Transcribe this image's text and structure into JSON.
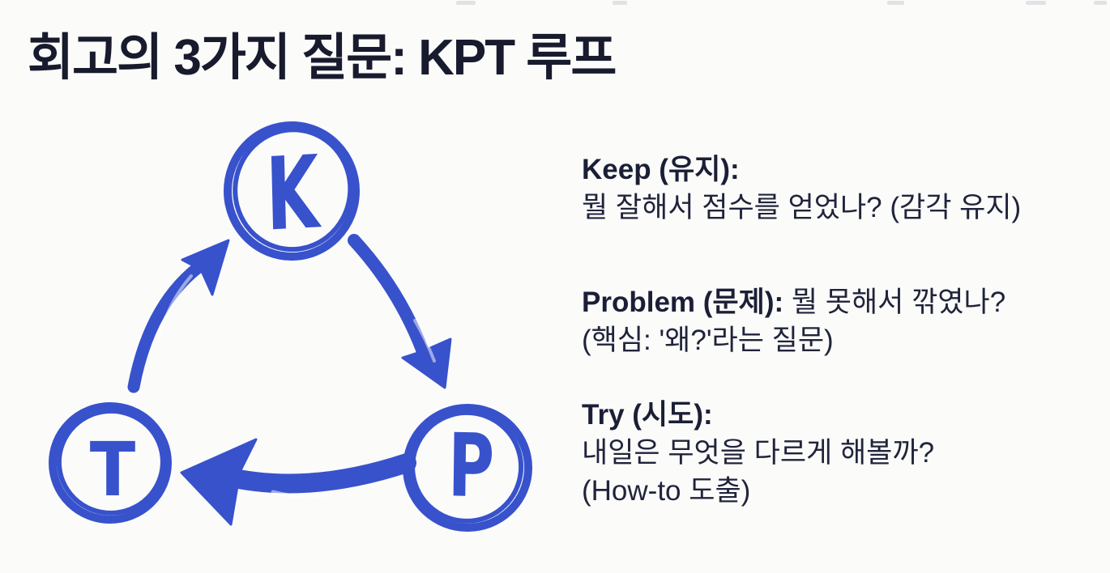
{
  "colors": {
    "marker_blue": "#3852cc",
    "text_dark": "#20243a",
    "background": "#fbfbfa"
  },
  "title": "회고의 3가지 질문: KPT 루프",
  "diagram": {
    "nodes": {
      "k": "K",
      "p": "P",
      "t": "T"
    },
    "arrows": [
      "K to P",
      "P to T",
      "T to K"
    ]
  },
  "legend": {
    "keep": {
      "heading": "Keep (유지):",
      "body": "뭘 잘해서 점수를 얻었나? (감각 유지)"
    },
    "problem": {
      "heading": "Problem (문제):",
      "body_inline": " 뭘 못해서 깎였나?",
      "body2": "(핵심: '왜?'라는 질문)"
    },
    "try": {
      "heading": "Try (시도):",
      "body": "내일은 무엇을 다르게 해볼까?",
      "body2": "(How-to 도출)"
    }
  }
}
